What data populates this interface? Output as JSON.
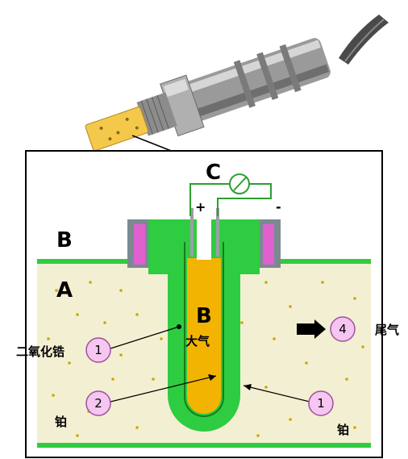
{
  "labels": {
    "c": "C",
    "b_top": "B",
    "a": "A",
    "b_inner": "B",
    "atmosphere": "大气",
    "zirconia": "二氧化锆",
    "exhaust": "尾气",
    "platinum_left": "铂",
    "platinum_right": "铂",
    "plus": "+",
    "minus": "-"
  },
  "markers": {
    "m1_left": "1",
    "m2": "2",
    "m1_right": "1",
    "m4": "4"
  },
  "colors": {
    "ceramic_green": "#2ecc40",
    "electrode_dark": "#1a7a1a",
    "atmosphere_gold": "#f2b400",
    "exhaust_bg": "#f3efd2",
    "mounting_magenta": "#e060d0",
    "marker_fill": "#f4c6f0",
    "sensor_tip": "#f4c84a",
    "sensor_body": "#b8b8b8"
  }
}
